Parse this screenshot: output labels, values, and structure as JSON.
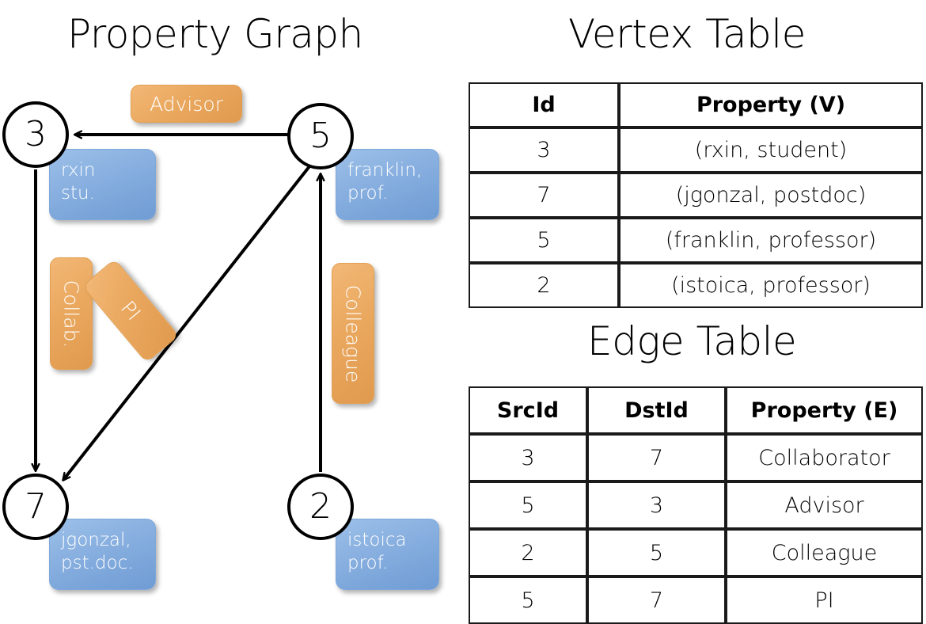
{
  "titles": {
    "property_graph": "Property Graph",
    "vertex_table": "Vertex Table",
    "edge_table": "Edge Table"
  },
  "graph": {
    "nodes": [
      {
        "id": "3",
        "label": "3",
        "property_line1": "rxin",
        "property_line2": "stu."
      },
      {
        "id": "5",
        "label": "5",
        "property_line1": "franklin,",
        "property_line2": "prof."
      },
      {
        "id": "7",
        "label": "7",
        "property_line1": "jgonzal,",
        "property_line2": "pst.doc."
      },
      {
        "id": "2",
        "label": "2",
        "property_line1": "istoica",
        "property_line2": "prof."
      }
    ],
    "node_properties": {
      "rxin": "rxin\nstu.",
      "franklin": "franklin,\nprof.",
      "jgonzal": "jgonzal,\npst.doc.",
      "istoica": "istoica\nprof."
    },
    "edge_labels": {
      "advisor": "Advisor",
      "collab": "Collab.",
      "pi": "PI",
      "colleague": "Colleague"
    },
    "edges": [
      {
        "from": "5",
        "to": "3",
        "label": "Advisor"
      },
      {
        "from": "3",
        "to": "7",
        "label": "Collab."
      },
      {
        "from": "5",
        "to": "7",
        "label": "PI"
      },
      {
        "from": "2",
        "to": "5",
        "label": "Colleague"
      }
    ]
  },
  "vertex_table": {
    "headers": [
      "Id",
      "Property (V)"
    ],
    "rows": [
      {
        "id": "3",
        "property": "(rxin, student)"
      },
      {
        "id": "7",
        "property": "(jgonzal, postdoc)"
      },
      {
        "id": "5",
        "property": "(franklin, professor)"
      },
      {
        "id": "2",
        "property": "(istoica, professor)"
      }
    ]
  },
  "edge_table": {
    "headers": [
      "SrcId",
      "DstId",
      "Property (E)"
    ],
    "rows": [
      {
        "src": "3",
        "dst": "7",
        "property": "Collaborator"
      },
      {
        "src": "5",
        "dst": "3",
        "property": "Advisor"
      },
      {
        "src": "2",
        "dst": "5",
        "property": "Colleague"
      },
      {
        "src": "5",
        "dst": "7",
        "property": "PI"
      }
    ]
  },
  "colors": {
    "vertex_fill": "#d3e0f1",
    "edge_fill": "#f7dfc4",
    "node_property_box": "#89b0e0",
    "edge_label_box": "#eaa85f",
    "stroke": "#000000"
  }
}
